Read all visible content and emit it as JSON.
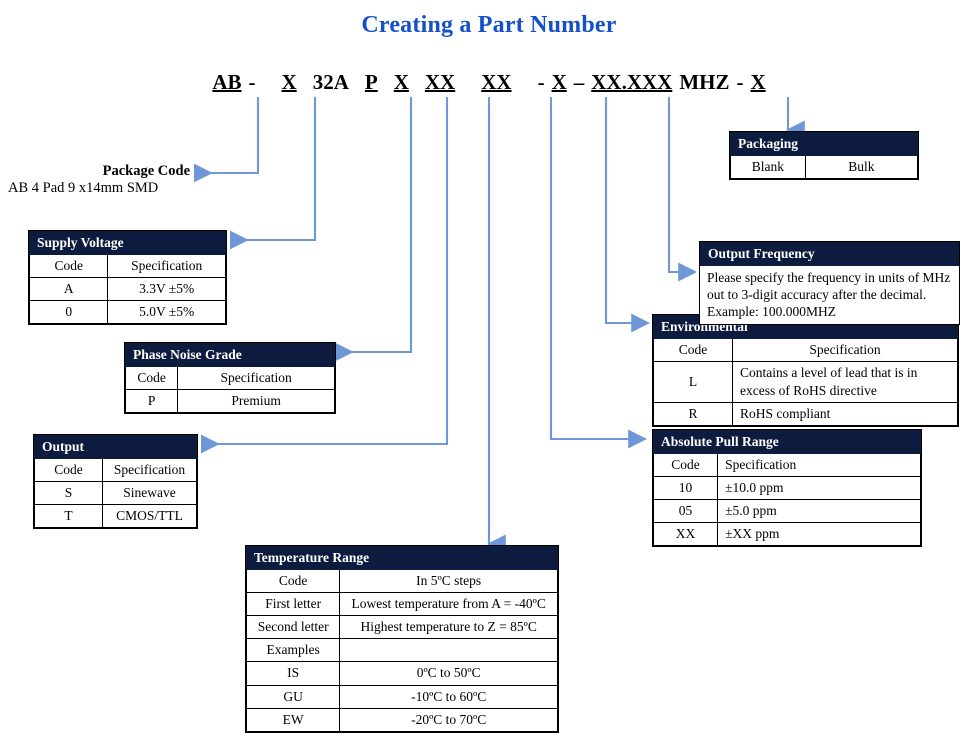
{
  "title": "Creating a Part Number",
  "colors": {
    "title": "#1650c8",
    "header_bar": "#0d1b3e",
    "connector": "#6f96d6",
    "border": "#000000"
  },
  "part_number": {
    "segments": [
      {
        "text": "AB",
        "underline": true
      },
      {
        "text": "-",
        "underline": false
      },
      {
        "text": "X",
        "underline": true
      },
      {
        "text": "32A",
        "underline": false
      },
      {
        "text": "P",
        "underline": true
      },
      {
        "text": "X",
        "underline": true
      },
      {
        "text": "XX",
        "underline": true
      },
      {
        "text": "XX",
        "underline": true
      },
      {
        "text": "-",
        "underline": false
      },
      {
        "text": "X",
        "underline": true
      },
      {
        "text": "–",
        "underline": false
      },
      {
        "text": "XX.XXX",
        "underline": true
      },
      {
        "text": "MHZ",
        "underline": false
      },
      {
        "text": "-",
        "underline": false
      },
      {
        "text": "X",
        "underline": true
      }
    ]
  },
  "package_code": {
    "label": "Package Code",
    "description": "AB 4 Pad 9 x14mm SMD"
  },
  "supply_voltage": {
    "title": "Supply Voltage",
    "columns": [
      "Code",
      "Specification"
    ],
    "rows": [
      [
        "A",
        "3.3V ±5%"
      ],
      [
        "0",
        "5.0V ±5%"
      ]
    ]
  },
  "phase_noise_grade": {
    "title": "Phase Noise Grade",
    "columns": [
      "Code",
      "Specification"
    ],
    "rows": [
      [
        "P",
        "Premium"
      ]
    ]
  },
  "output": {
    "title": "Output",
    "columns": [
      "Code",
      "Specification"
    ],
    "rows": [
      [
        "S",
        "Sinewave"
      ],
      [
        "T",
        "CMOS/TTL"
      ]
    ]
  },
  "temperature_range": {
    "title": "Temperature Range",
    "columns": [
      "Code",
      "In 5ºC steps"
    ],
    "rows": [
      [
        "First letter",
        "Lowest temperature from A = -40ºC"
      ],
      [
        "Second  letter",
        "Highest temperature to Z = 85ºC"
      ],
      [
        "Examples",
        ""
      ],
      [
        "IS",
        "0ºC to 50ºC"
      ],
      [
        "GU",
        "-10ºC to 60ºC"
      ],
      [
        "EW",
        "-20ºC to 70ºC"
      ]
    ]
  },
  "absolute_pull_range": {
    "title": "Absolute Pull Range",
    "columns": [
      "Code",
      "Specification"
    ],
    "rows": [
      [
        "10",
        "±10.0 ppm"
      ],
      [
        "05",
        "±5.0 ppm"
      ],
      [
        "XX",
        "±XX ppm"
      ]
    ]
  },
  "environmental": {
    "title": "Environmental",
    "columns": [
      "Code",
      "Specification"
    ],
    "rows": [
      [
        "L",
        "Contains a level of lead that is in excess of RoHS directive"
      ],
      [
        "R",
        "RoHS compliant"
      ]
    ]
  },
  "output_frequency": {
    "title": "Output Frequency",
    "lines": [
      "Please specify the frequency in units of MHz",
      "out to 3-digit accuracy after the decimal.",
      "Example: 100.000MHZ"
    ]
  },
  "packaging": {
    "title": "Packaging",
    "row": [
      "Blank",
      "Bulk"
    ]
  }
}
